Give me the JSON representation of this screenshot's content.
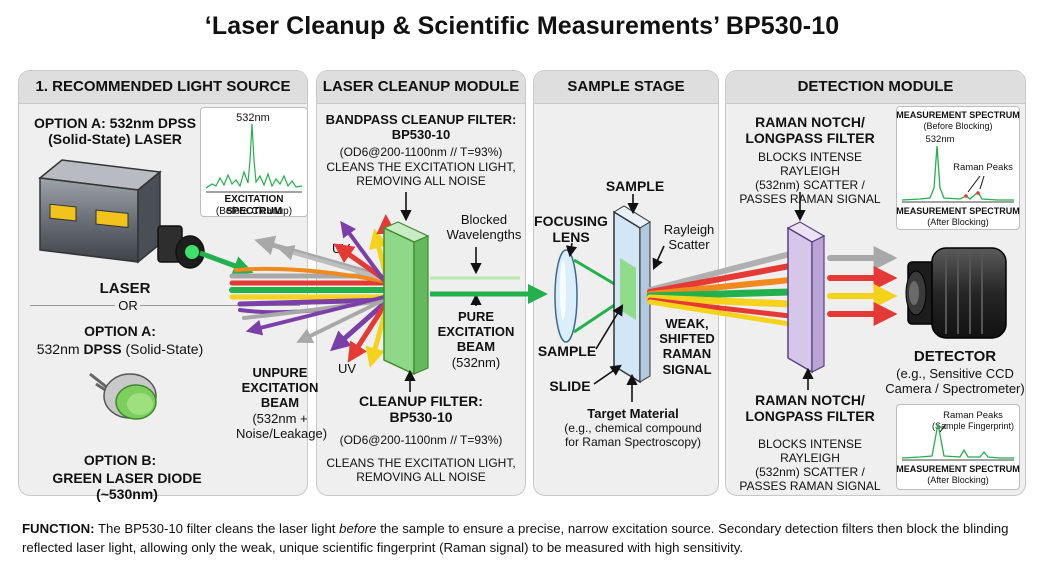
{
  "title": "‘Laser Cleanup & Scientific Measurements’ BP530-10",
  "panels": {
    "source": {
      "header": "1. RECOMMENDED LIGHT SOURCE",
      "option_a_line1": "OPTION A: 532nm DPSS",
      "option_a_line2": "(Solid-State) LASER",
      "inset_peak": "532nm",
      "inset_title": "EXCITATION SPECTRUM",
      "inset_sub": "(Before Cleanup)",
      "laser_label": "LASER",
      "or_label": "OR",
      "option_a2": "OPTION A:",
      "option_a2_desc_pre": "532nm ",
      "option_a2_desc_bold": "DPSS",
      "option_a2_desc_post": " (Solid-State)",
      "option_b": "OPTION B:",
      "option_b_desc": "GREEN LASER DIODE (~530nm)"
    },
    "cleanup": {
      "header": "LASER CLEANUP MODULE",
      "top_title1": "BANDPASS CLEANUP FILTER:",
      "top_title2": "BP530-10",
      "top_spec": "(OD6@200-1100nm // T=93%)",
      "top_desc1": "CLEANS THE EXCITATION LIGHT,",
      "top_desc2": "REMOVING ALL NOISE",
      "uv_top": "UV",
      "uv_bottom": "UV",
      "blocked1": "Blocked",
      "blocked2": "Wavelengths",
      "pure1": "PURE",
      "pure2": "EXCITATION",
      "pure3": "BEAM",
      "pure4": "(532nm)",
      "unpure1": "UNPURE",
      "unpure2": "EXCITATION",
      "unpure3": "BEAM",
      "unpure4": "(532nm +",
      "unpure5": "Noise/Leakage)",
      "bottom_title1": "CLEANUP FILTER:",
      "bottom_title2": "BP530-10",
      "bottom_spec": "(OD6@200-1100nm // T=93%)",
      "bottom_desc1": "CLEANS THE EXCITATION LIGHT,",
      "bottom_desc2": "REMOVING ALL NOISE"
    },
    "sample": {
      "header": "SAMPLE STAGE",
      "sample_top": "SAMPLE",
      "lens1": "FOCUSING",
      "lens2": "LENS",
      "rayleigh1": "Rayleigh",
      "rayleigh2": "Scatter",
      "sample_mid": "SAMPLE",
      "slide": "SLIDE",
      "weak1": "WEAK,",
      "weak2": "SHIFTED",
      "weak3": "RAMAN",
      "weak4": "SIGNAL",
      "target1": "Target Material",
      "target2": "(e.g., chemical compound",
      "target3": "for Raman Spectroscopy)"
    },
    "detection": {
      "header": "DETECTION MODULE",
      "top_title1": "RAMAN NOTCH/",
      "top_title2": "LONGPASS FILTER",
      "top_desc1": "BLOCKS INTENSE RAYLEIGH",
      "top_desc2": "(532nm) SCATTER /",
      "top_desc3": "PASSES RAMAN SIGNAL",
      "inset1_title": "MEASUREMENT SPECTRUM",
      "inset1_sub": "(Before Blocking)",
      "inset1_peak": "532nm",
      "inset1_raman": "Raman Peaks",
      "inset1_bottom": "MEASUREMENT SPECTRUM",
      "inset1_bottom_sub": "(After Blocking)",
      "detector": "DETECTOR",
      "detector_sub1": "(e.g., Sensitive CCD",
      "detector_sub2": "Camera / Spectrometer)",
      "bottom_title1": "RAMAN NOTCH/",
      "bottom_title2": "LONGPASS FILTER",
      "bottom_desc1": "BLOCKS INTENSE RAYLEIGH",
      "bottom_desc2": "(532nm) SCATTER /",
      "bottom_desc3": "PASSES RAMAN SIGNAL",
      "inset2_raman": "Raman Peaks",
      "inset2_fp": "(Sample Fingerprint)",
      "inset2_title": "MEASUREMENT SPECTRUM",
      "inset2_sub": "(After Blocking)"
    }
  },
  "function": {
    "label": "FUNCTION:",
    "text1": " The BP530-10 filter cleans the laser light ",
    "emph": "before",
    "text2": " the sample to ensure a precise, narrow excitation source. Secondary detection filters then block the blinding reflected laser light, allowing only the weak, unique scientific fingerprint (Raman signal) to be measured with high sensitivity."
  },
  "colors": {
    "green": "#22b14c",
    "red": "#e53935",
    "yellow": "#f5d21c",
    "purple": "#7b3fa8",
    "gray": "#a8a8a8",
    "orange": "#f08a1c",
    "filter_green": "#8fd889",
    "filter_purple": "#d6c6ea"
  }
}
